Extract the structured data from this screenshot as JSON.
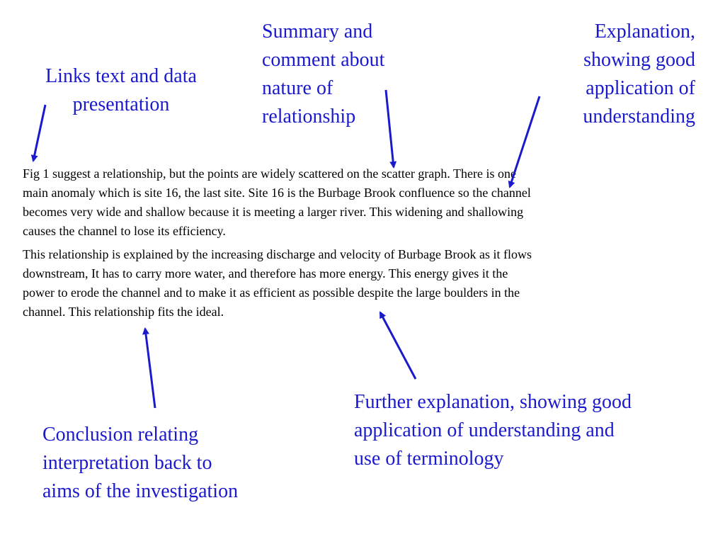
{
  "labels": {
    "links": [
      "Links text and data",
      "presentation"
    ],
    "summary": [
      "Summary and",
      "comment about",
      "nature of",
      "relationship"
    ],
    "explanation": [
      "Explanation,",
      "showing good",
      "application of",
      "understanding"
    ],
    "further": [
      "Further explanation, showing good",
      "application of understanding and",
      "use of terminology"
    ],
    "conclusion": [
      "Conclusion relating",
      "interpretation back to",
      "aims of the investigation"
    ]
  },
  "paragraphs": [
    [
      "Fig 1 suggest a relationship, but the points are widely scattered on the scatter graph.  There is one",
      "main anomaly which is site 16, the last site.  Site 16 is the Burbage Brook confluence so the channel",
      "becomes very wide and shallow because it is meeting a larger river.  This widening and shallowing",
      "causes the channel to lose its efficiency."
    ],
    [
      "This relationship is explained by the increasing discharge and velocity of Burbage Brook as it flows",
      "downstream,  It has to carry more water, and therefore has more energy.  This energy gives it the",
      "power to erode the channel and to make it as efficient as possible despite the large boulders in the",
      "channel.  This relationship fits the ideal."
    ]
  ],
  "colors": {
    "annotation": "#1a1acc",
    "body": "#000000",
    "arrow": "#1a1acc"
  }
}
